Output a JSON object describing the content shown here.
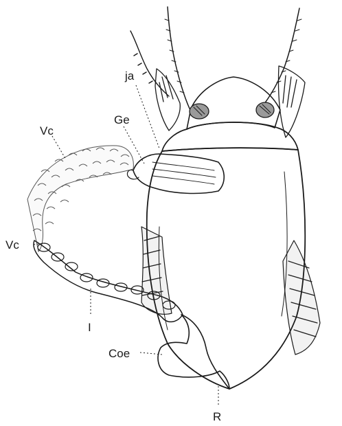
{
  "figure": {
    "labels": {
      "ja": "ja",
      "ge": "Ge",
      "vc_top": "Vc",
      "vc_bottom": "Vc",
      "i": "I",
      "coe": "Coe",
      "r": "R"
    }
  }
}
